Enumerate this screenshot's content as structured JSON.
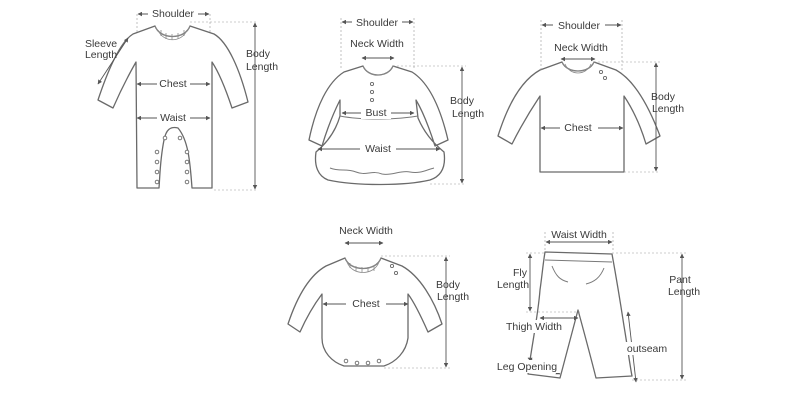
{
  "figure": {
    "romper": {
      "shoulder": "Shoulder",
      "sleeve_length_1": "Sleeve",
      "sleeve_length_2": "Length",
      "chest": "Chest",
      "waist": "Waist",
      "body_length_1": "Body",
      "body_length_2": "Length"
    },
    "dress": {
      "shoulder": "Shoulder",
      "neck_width": "Neck Width",
      "bust": "Bust",
      "waist": "Waist",
      "body_length_1": "Body",
      "body_length_2": "Length"
    },
    "tshirt": {
      "shoulder": "Shoulder",
      "neck_width": "Neck Width",
      "chest": "Chest",
      "body_length_1": "Body",
      "body_length_2": "Length"
    },
    "bodysuit": {
      "neck_width": "Neck Width",
      "chest": "Chest",
      "body_length_1": "Body",
      "body_length_2": "Length"
    },
    "pants": {
      "waist_width": "Waist Width",
      "fly_length_1": "Fly",
      "fly_length_2": "Length",
      "thigh_width": "Thigh Width",
      "leg_opening": "Leg Opening",
      "outseam": "outseam",
      "pant_length_1": "Pant",
      "pant_length_2": "Length"
    }
  }
}
